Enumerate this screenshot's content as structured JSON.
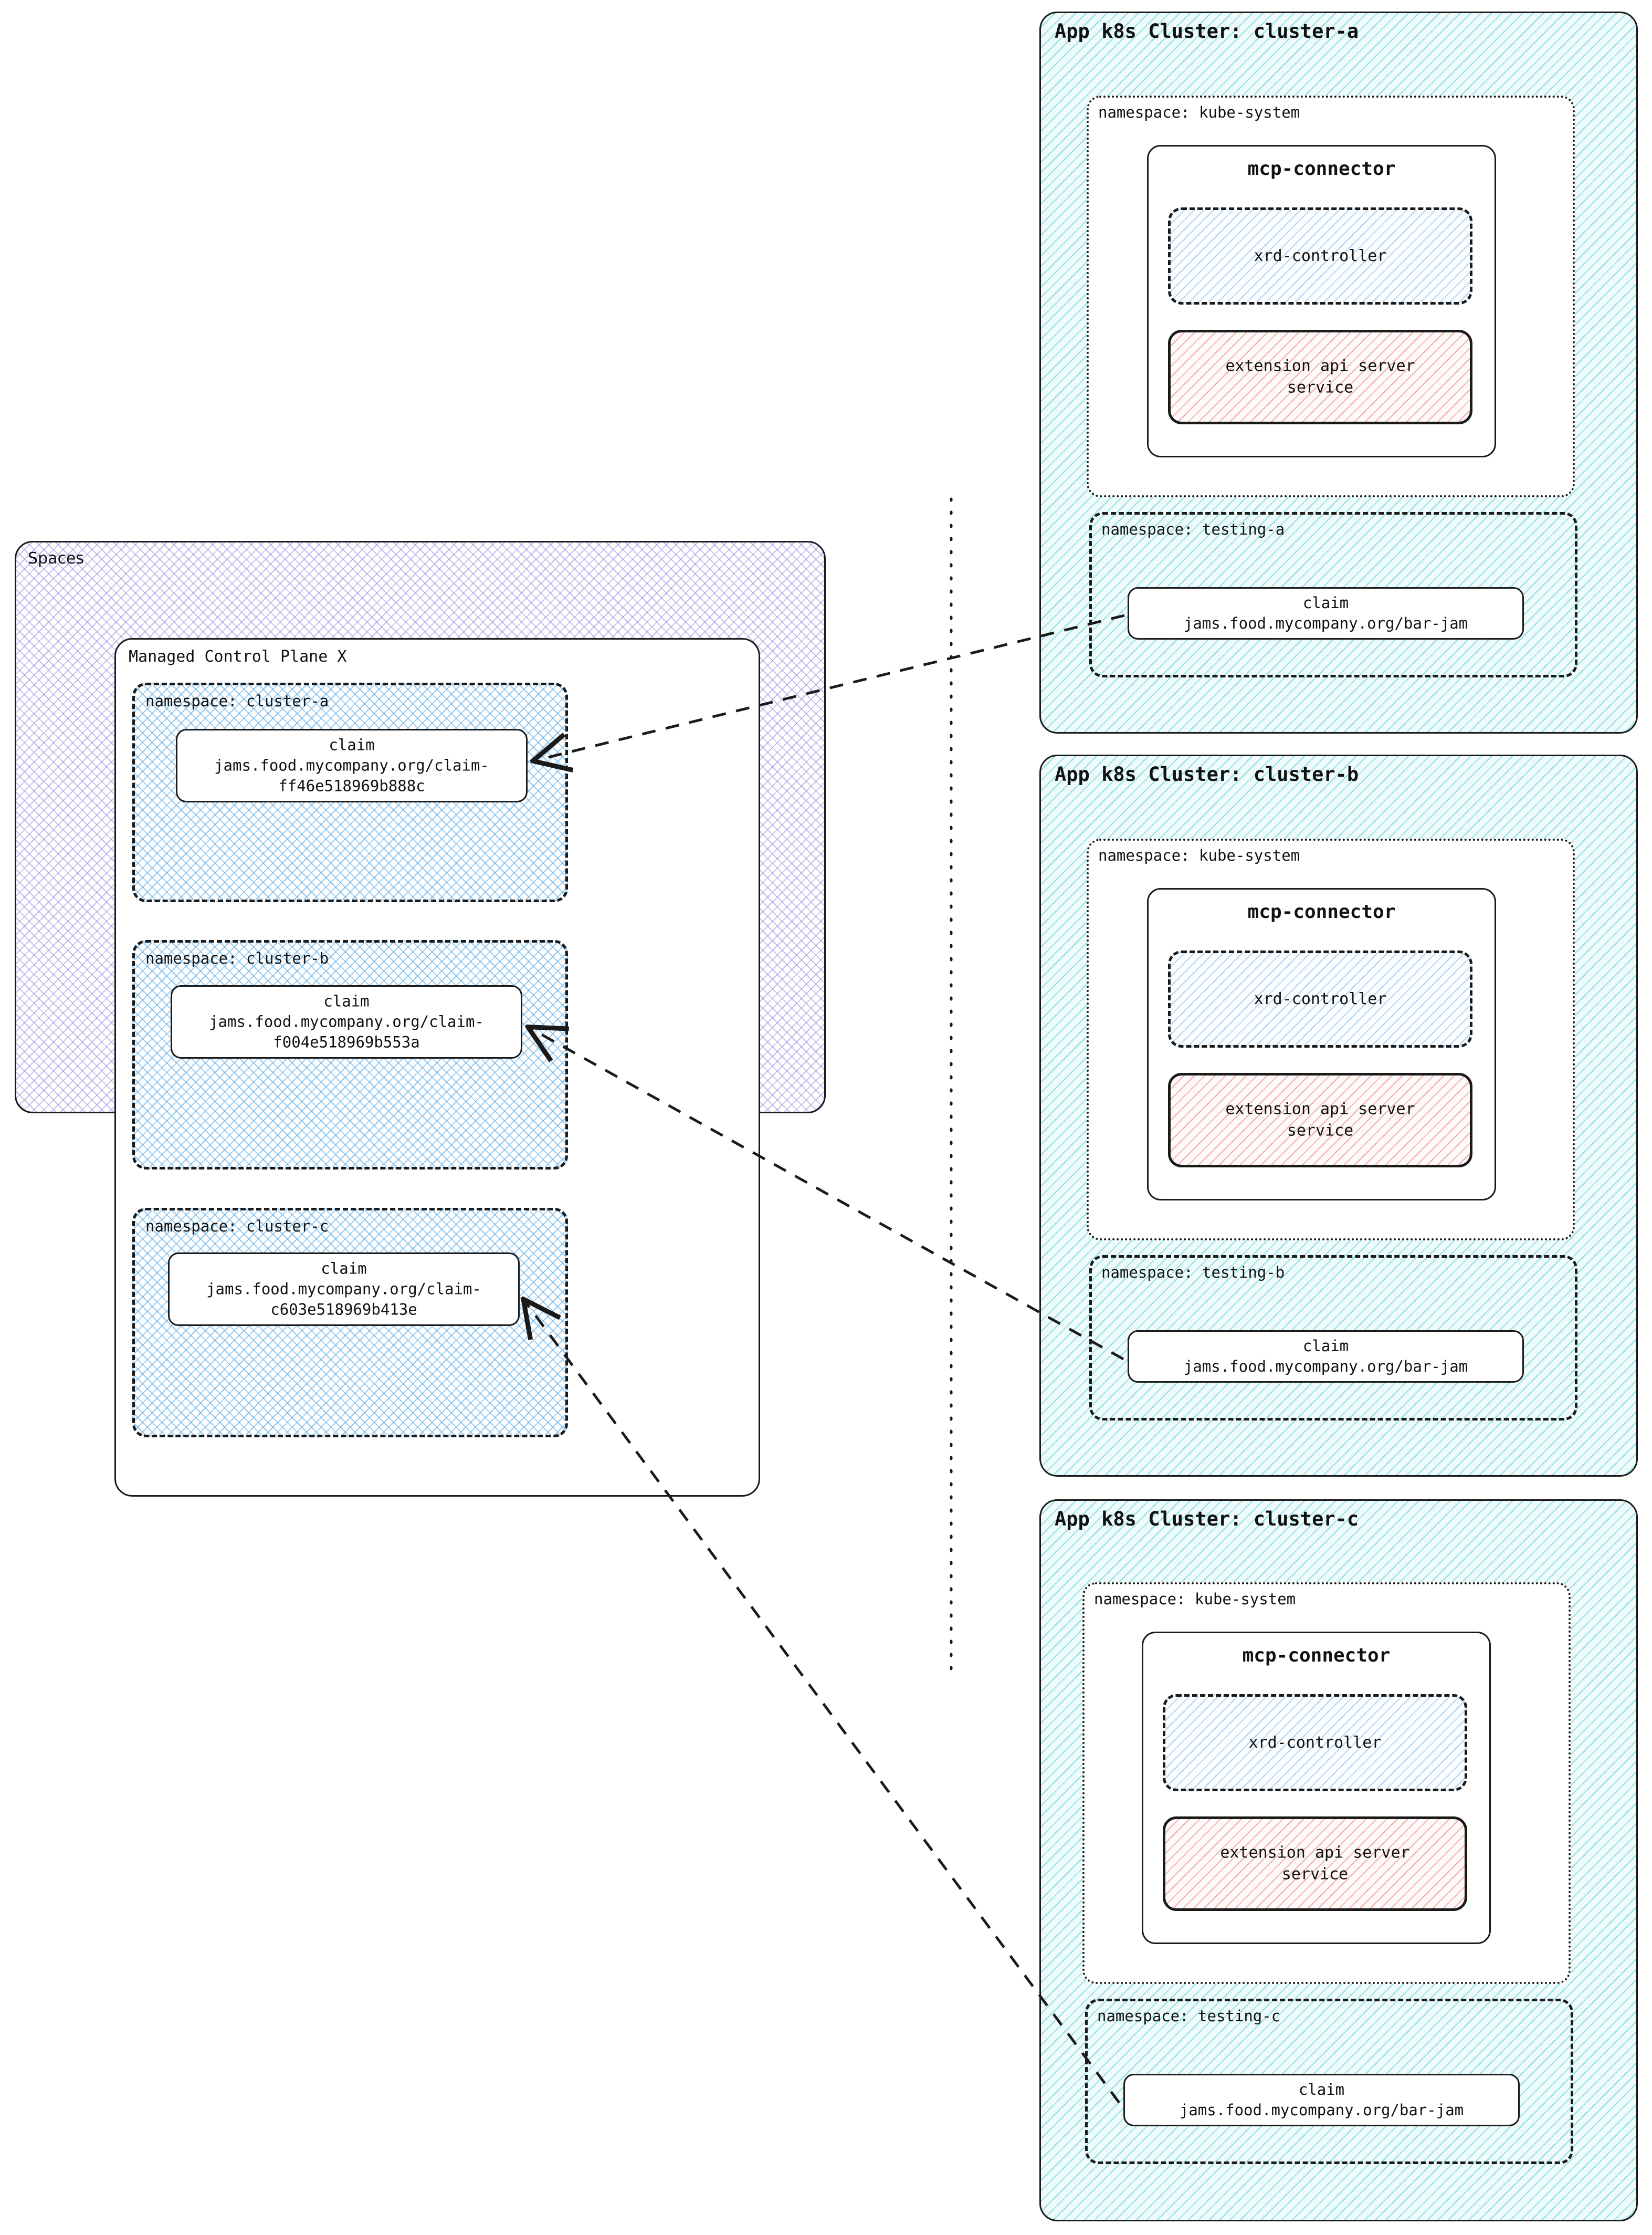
{
  "diagram": {
    "type": "architecture-diagram",
    "title": "Spaces managed control plane to app k8s clusters"
  },
  "spaces": {
    "label": "Spaces",
    "control_plane": {
      "label": "Managed Control Plane X",
      "namespaces": [
        {
          "label": "namespace: cluster-a",
          "claim": {
            "kind": "claim",
            "ref": "jams.food.mycompany.org/claim-\nff46e518969b888c"
          }
        },
        {
          "label": "namespace: cluster-b",
          "claim": {
            "kind": "claim",
            "ref": "jams.food.mycompany.org/claim-\nf004e518969b553a"
          }
        },
        {
          "label": "namespace: cluster-c",
          "claim": {
            "kind": "claim",
            "ref": "jams.food.mycompany.org/claim-\nc603e518969b413e"
          }
        }
      ]
    }
  },
  "clusters": [
    {
      "title": "App k8s Cluster: cluster-a",
      "kube_system": {
        "label": "namespace: kube-system",
        "mcp_connector": {
          "title": "mcp-connector",
          "xrd_controller": "xrd-controller",
          "extension_api_server": "extension api server\nservice"
        }
      },
      "testing": {
        "label": "namespace: testing-a",
        "claim": {
          "kind": "claim",
          "ref": "jams.food.mycompany.org/bar-jam"
        }
      }
    },
    {
      "title": "App k8s Cluster: cluster-b",
      "kube_system": {
        "label": "namespace: kube-system",
        "mcp_connector": {
          "title": "mcp-connector",
          "xrd_controller": "xrd-controller",
          "extension_api_server": "extension api server\nservice"
        }
      },
      "testing": {
        "label": "namespace: testing-b",
        "claim": {
          "kind": "claim",
          "ref": "jams.food.mycompany.org/bar-jam"
        }
      }
    },
    {
      "title": "App k8s Cluster: cluster-c",
      "kube_system": {
        "label": "namespace: kube-system",
        "mcp_connector": {
          "title": "mcp-connector",
          "xrd_controller": "xrd-controller",
          "extension_api_server": "extension api server\nservice"
        }
      },
      "testing": {
        "label": "namespace: testing-c",
        "claim": {
          "kind": "claim",
          "ref": "jams.food.mycompany.org/bar-jam"
        }
      }
    }
  ],
  "colors": {
    "stroke": "#1a1a1a",
    "spaces_hatch": "#968ce1",
    "namespace_hatch": "#5fafeb",
    "cluster_hatch": "#6ed7e1",
    "xrd_hatch": "#7db9eb",
    "api_server_hatch": "#f08c8c",
    "background": "#ffffff"
  }
}
